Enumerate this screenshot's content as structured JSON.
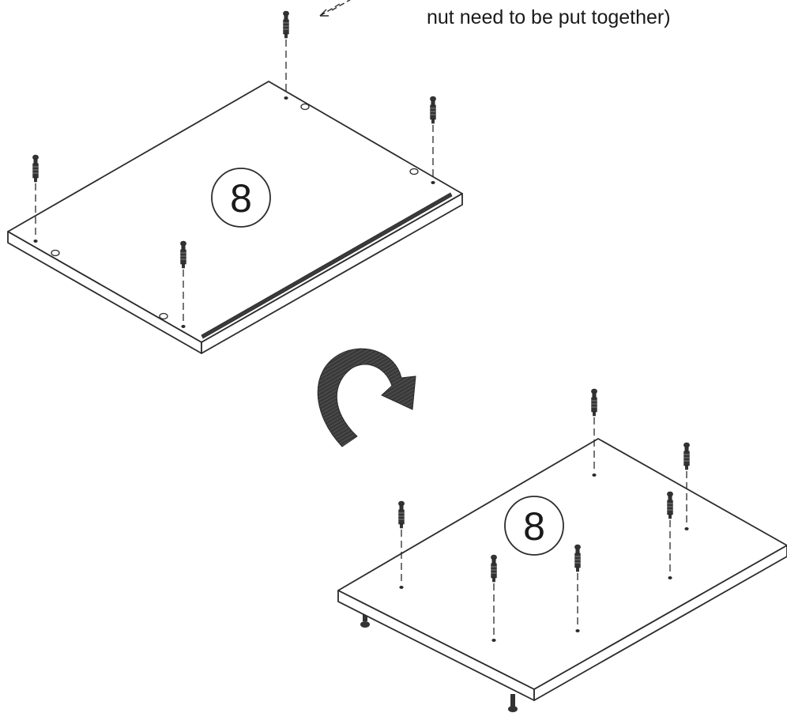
{
  "caption_text": "nut need to be put together)",
  "panels": [
    {
      "part_number": "8",
      "view": "top-face-up"
    },
    {
      "part_number": "8",
      "view": "flipped-with-feet"
    }
  ],
  "rotation_arrow": {
    "icon": "curved-flip-arrow-icon"
  },
  "colors": {
    "line": "#2b2b2b",
    "arrow_fill": "#3a3a3a",
    "background": "#ffffff"
  }
}
